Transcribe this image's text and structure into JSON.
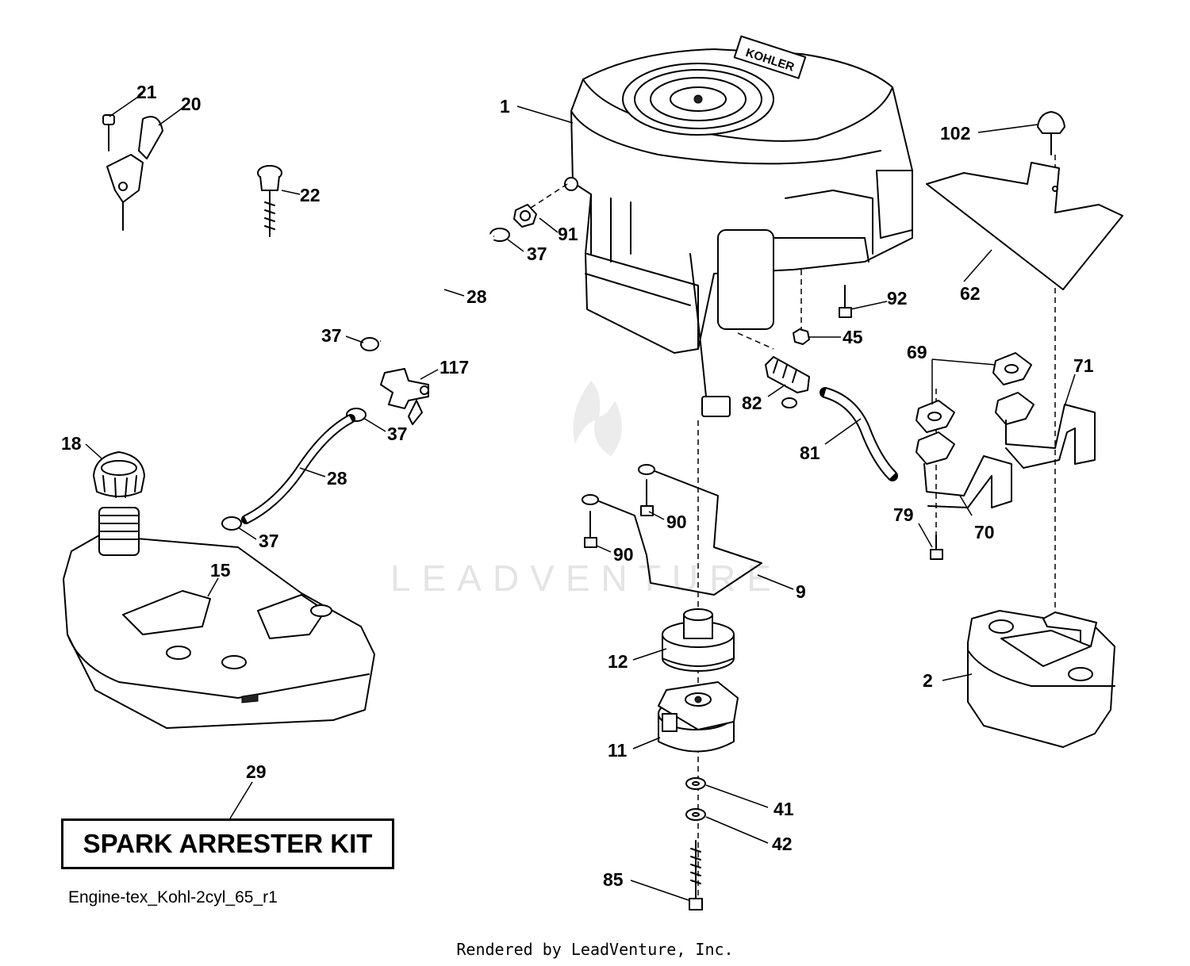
{
  "watermark": "LEADVENTURE",
  "engine_brand": "KOHLER",
  "callouts": {
    "c1": "1",
    "c2": "2",
    "c9": "9",
    "c11": "11",
    "c12": "12",
    "c15": "15",
    "c18": "18",
    "c20": "20",
    "c21": "21",
    "c22": "22",
    "c28a": "28",
    "c28b": "28",
    "c29": "29",
    "c37a": "37",
    "c37b": "37",
    "c37c": "37",
    "c37d": "37",
    "c41": "41",
    "c42": "42",
    "c45": "45",
    "c62": "62",
    "c69": "69",
    "c70": "70",
    "c71": "71",
    "c79": "79",
    "c81": "81",
    "c82": "82",
    "c85": "85",
    "c90a": "90",
    "c90b": "90",
    "c91": "91",
    "c92": "92",
    "c102": "102",
    "c117": "117"
  },
  "kit_label": "SPARK ARRESTER KIT",
  "diagram_id": "Engine-tex_Kohl-2cyl_65_r1",
  "credit": "Rendered by LeadVenture, Inc."
}
